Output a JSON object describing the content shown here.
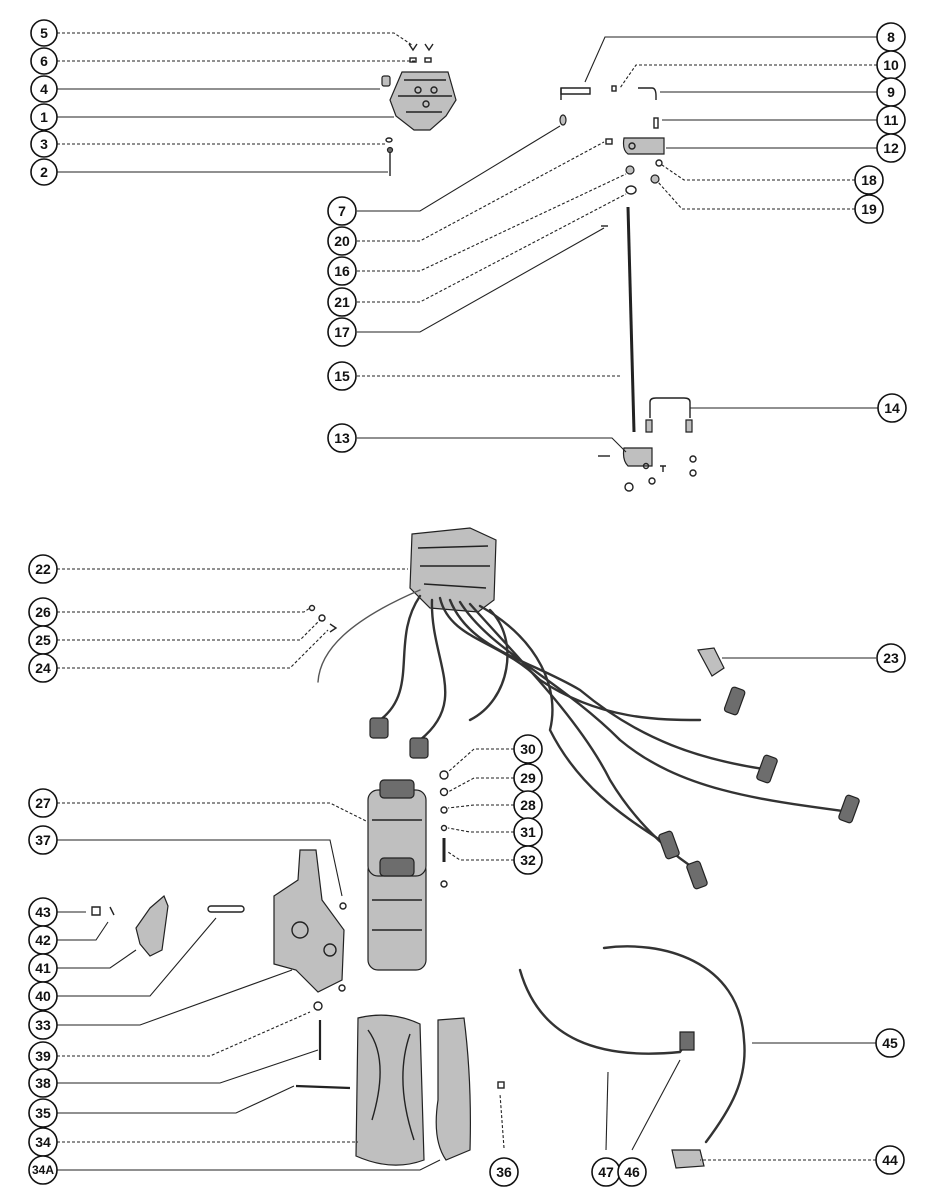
{
  "callouts": [
    {
      "id": "c5",
      "label": "5"
    },
    {
      "id": "c6",
      "label": "6"
    },
    {
      "id": "c4",
      "label": "4"
    },
    {
      "id": "c1",
      "label": "1"
    },
    {
      "id": "c3",
      "label": "3"
    },
    {
      "id": "c2",
      "label": "2"
    },
    {
      "id": "c8",
      "label": "8"
    },
    {
      "id": "c10",
      "label": "10"
    },
    {
      "id": "c9",
      "label": "9"
    },
    {
      "id": "c11",
      "label": "11"
    },
    {
      "id": "c12",
      "label": "12"
    },
    {
      "id": "c18",
      "label": "18"
    },
    {
      "id": "c19",
      "label": "19"
    },
    {
      "id": "c7",
      "label": "7"
    },
    {
      "id": "c20",
      "label": "20"
    },
    {
      "id": "c16",
      "label": "16"
    },
    {
      "id": "c21",
      "label": "21"
    },
    {
      "id": "c17",
      "label": "17"
    },
    {
      "id": "c15",
      "label": "15"
    },
    {
      "id": "c14",
      "label": "14"
    },
    {
      "id": "c13",
      "label": "13"
    },
    {
      "id": "c22",
      "label": "22"
    },
    {
      "id": "c26",
      "label": "26"
    },
    {
      "id": "c25",
      "label": "25"
    },
    {
      "id": "c24",
      "label": "24"
    },
    {
      "id": "c23",
      "label": "23"
    },
    {
      "id": "c30",
      "label": "30"
    },
    {
      "id": "c29",
      "label": "29"
    },
    {
      "id": "c28",
      "label": "28"
    },
    {
      "id": "c31",
      "label": "31"
    },
    {
      "id": "c32",
      "label": "32"
    },
    {
      "id": "c27",
      "label": "27"
    },
    {
      "id": "c37",
      "label": "37"
    },
    {
      "id": "c43",
      "label": "43"
    },
    {
      "id": "c42",
      "label": "42"
    },
    {
      "id": "c41",
      "label": "41"
    },
    {
      "id": "c40",
      "label": "40"
    },
    {
      "id": "c33",
      "label": "33"
    },
    {
      "id": "c39",
      "label": "39"
    },
    {
      "id": "c38",
      "label": "38"
    },
    {
      "id": "c35",
      "label": "35"
    },
    {
      "id": "c34",
      "label": "34"
    },
    {
      "id": "c34a",
      "label": "34A"
    },
    {
      "id": "c36",
      "label": "36"
    },
    {
      "id": "c47",
      "label": "47"
    },
    {
      "id": "c46",
      "label": "46"
    },
    {
      "id": "c45",
      "label": "45"
    },
    {
      "id": "c44",
      "label": "44"
    }
  ]
}
